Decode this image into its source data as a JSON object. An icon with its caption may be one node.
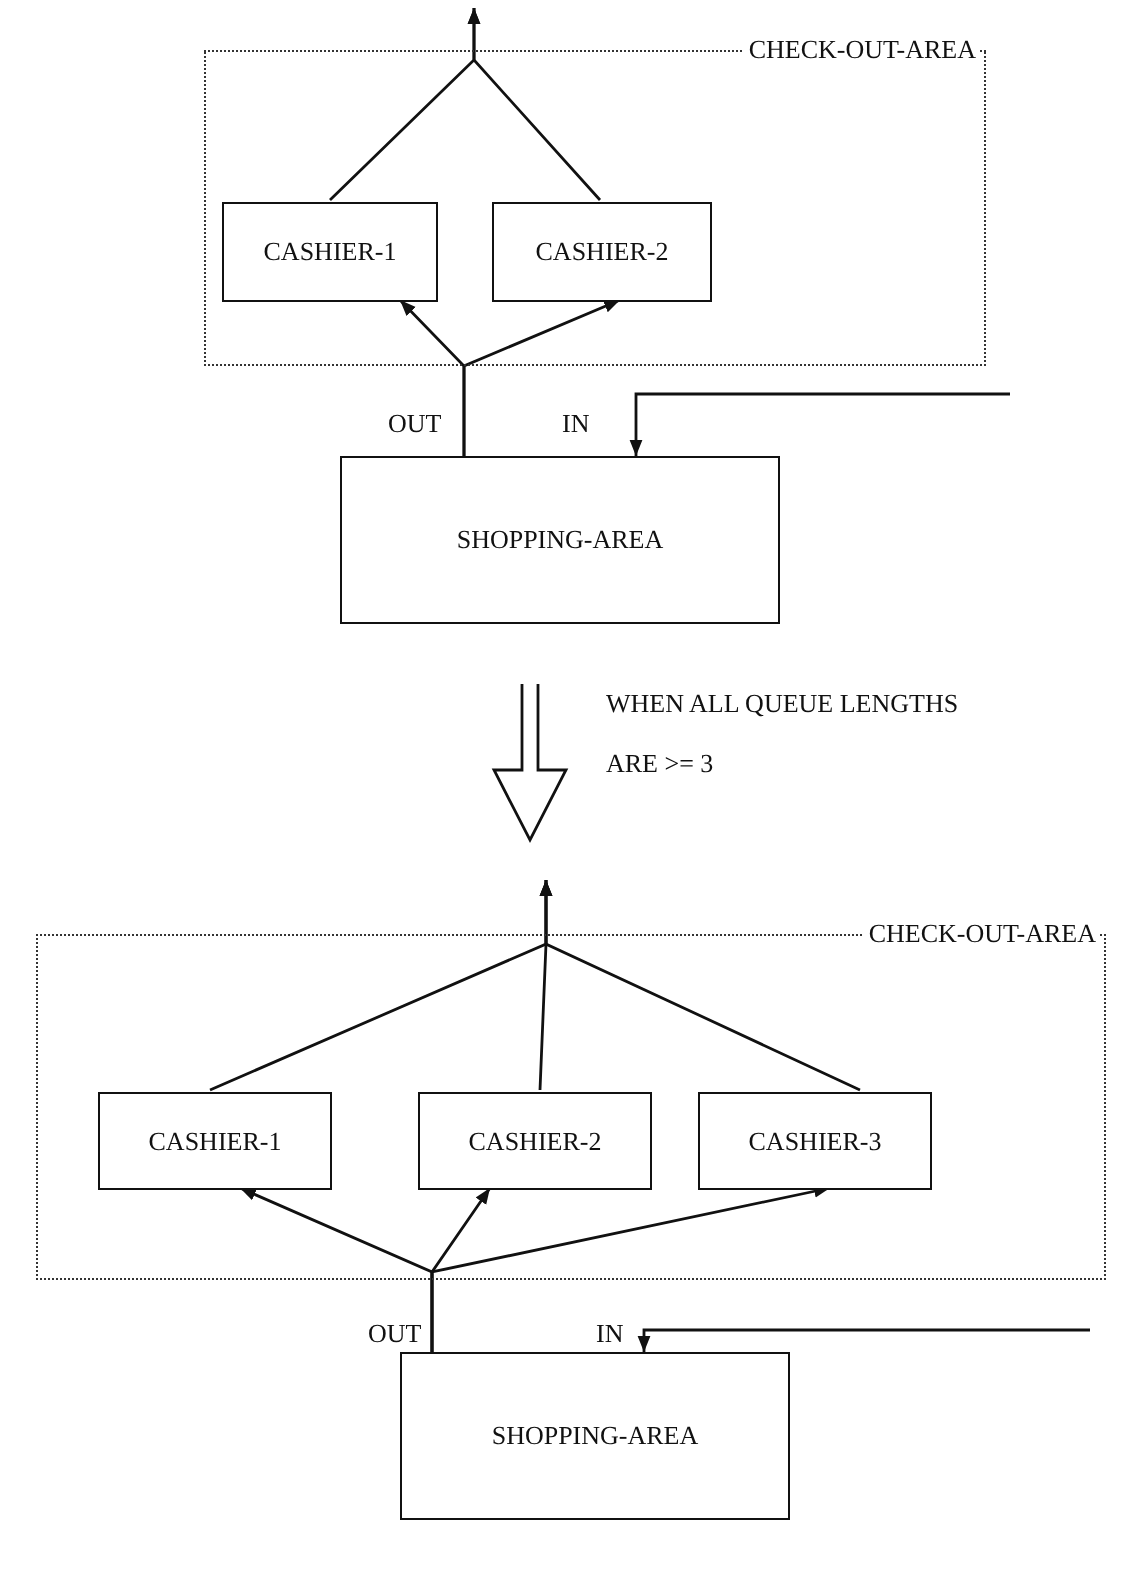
{
  "diagram": {
    "nodes": [
      {
        "text": [
          "CHECK-OUT-AREA"
        ]
      },
      {
        "text": [
          "CASHIER-1"
        ],
        "in": 0
      },
      {
        "text": [
          "CASHIER-2"
        ],
        "in": 0
      },
      {
        "text": [
          "SHOPPING-AREA"
        ]
      },
      {
        "text": [
          "CHECK-OUT-AREA"
        ]
      },
      {
        "text": [
          "CASHIER-1"
        ],
        "in": 4
      },
      {
        "text": [
          "CASHIER-2"
        ],
        "in": 4
      },
      {
        "text": [
          "CASHIER-3"
        ],
        "in": 4
      },
      {
        "text": [
          "SHOPPING-AREA"
        ]
      }
    ],
    "edges": [
      {
        "from": 3,
        "to": 1,
        "arrow": "to"
      },
      {
        "from": 3,
        "to": 2,
        "arrow": "to"
      },
      {
        "from": 1,
        "to": null,
        "arrow": "to"
      },
      {
        "from": 2,
        "to": null,
        "arrow": "to"
      },
      {
        "from": null,
        "to": 3,
        "arrow": "to"
      },
      {
        "from": 8,
        "to": 5,
        "arrow": "to"
      },
      {
        "from": 8,
        "to": 6,
        "arrow": "to"
      },
      {
        "from": 8,
        "to": 7,
        "arrow": "to"
      },
      {
        "from": 5,
        "to": null,
        "arrow": "to"
      },
      {
        "from": 6,
        "to": null,
        "arrow": "to"
      },
      {
        "from": 7,
        "to": null,
        "arrow": "to"
      },
      {
        "from": null,
        "to": 8,
        "arrow": "to"
      }
    ],
    "labels": [
      "OUT",
      "IN",
      "WHEN ALL QUEUE LENGTHS ARE >= 3",
      "OUT",
      "IN"
    ]
  }
}
